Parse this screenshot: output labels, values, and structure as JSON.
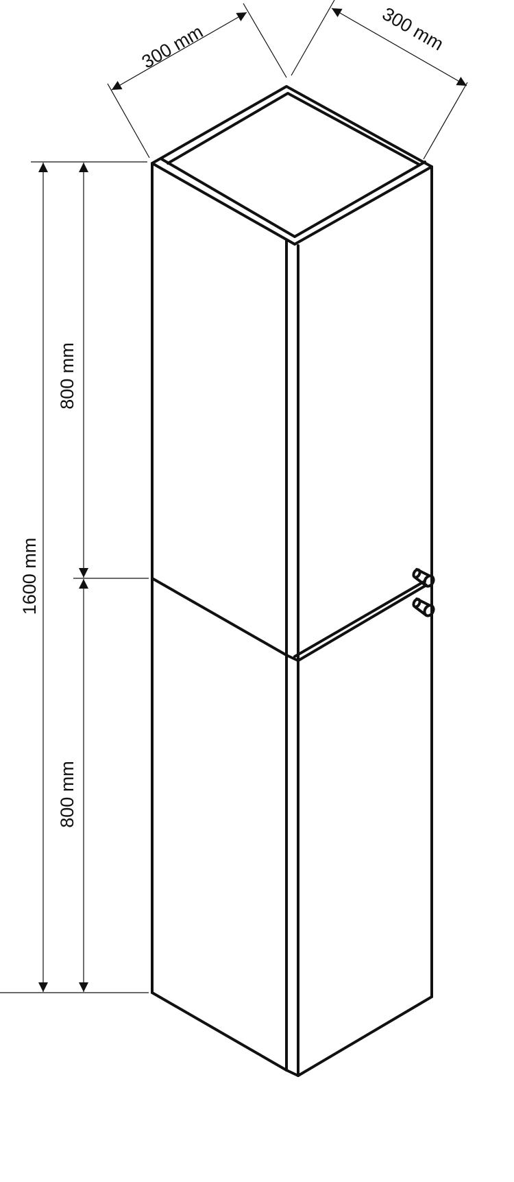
{
  "diagram": {
    "title": "Tall cabinet dimension drawing",
    "dimensions": {
      "width": "300 mm",
      "depth": "300 mm",
      "total_height": "1600 mm",
      "upper_section_height": "800 mm",
      "lower_section_height": "800 mm"
    },
    "line_color": "#111111"
  }
}
